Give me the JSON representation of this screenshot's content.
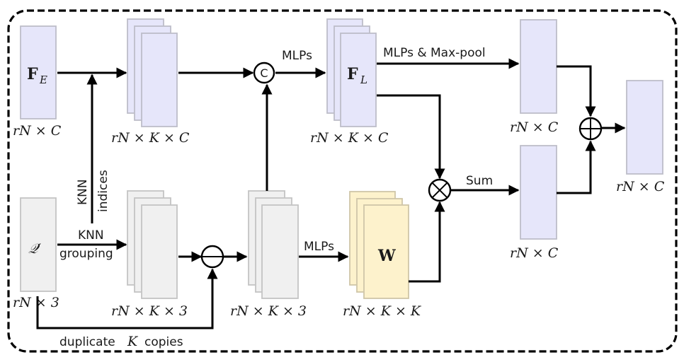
{
  "diagram": {
    "colors": {
      "feature": "#e6e6fa",
      "feature_border": "#bdbdc9",
      "coord": "#f0f0f0",
      "coord_border": "#c4c4c4",
      "weight": "#fdf2cc",
      "weight_border": "#cfc6a8",
      "line": "#000000"
    },
    "nodes": {
      "fe": {
        "symbol": "F",
        "subscript": "E",
        "dims": "rN × C"
      },
      "grouped_features": {
        "dims": "rN × K × C"
      },
      "fl": {
        "symbol": "F",
        "subscript": "L",
        "dims": "rN × K × C"
      },
      "pooled": {
        "dims": "rN × C"
      },
      "output": {
        "dims": "rN × C"
      },
      "summed": {
        "dims": "rN × C"
      },
      "q_prime": {
        "symbol": "𝒬′",
        "dims": "rN × 3"
      },
      "grouped_coords": {
        "dims": "rN × K × 3"
      },
      "relative_coords": {
        "dims": "rN × K × 3"
      },
      "w": {
        "symbol": "W",
        "dims": "rN × K × K"
      }
    },
    "operators": {
      "concat": "C",
      "subtract": "⊖",
      "multiply": "⊗",
      "add": "⊕"
    },
    "edge_labels": {
      "mlps_top": "MLPs",
      "mlps_maxpool": "MLPs & Max-pool",
      "knn_indices_line1": "KNN",
      "knn_indices_line2": "indices",
      "knn_grouping_line1": "KNN",
      "knn_grouping_line2": "grouping",
      "mlps_bottom": "MLPs",
      "sum": "Sum",
      "duplicate_prefix": "duplicate",
      "duplicate_var": "K",
      "duplicate_suffix": "copies"
    }
  }
}
